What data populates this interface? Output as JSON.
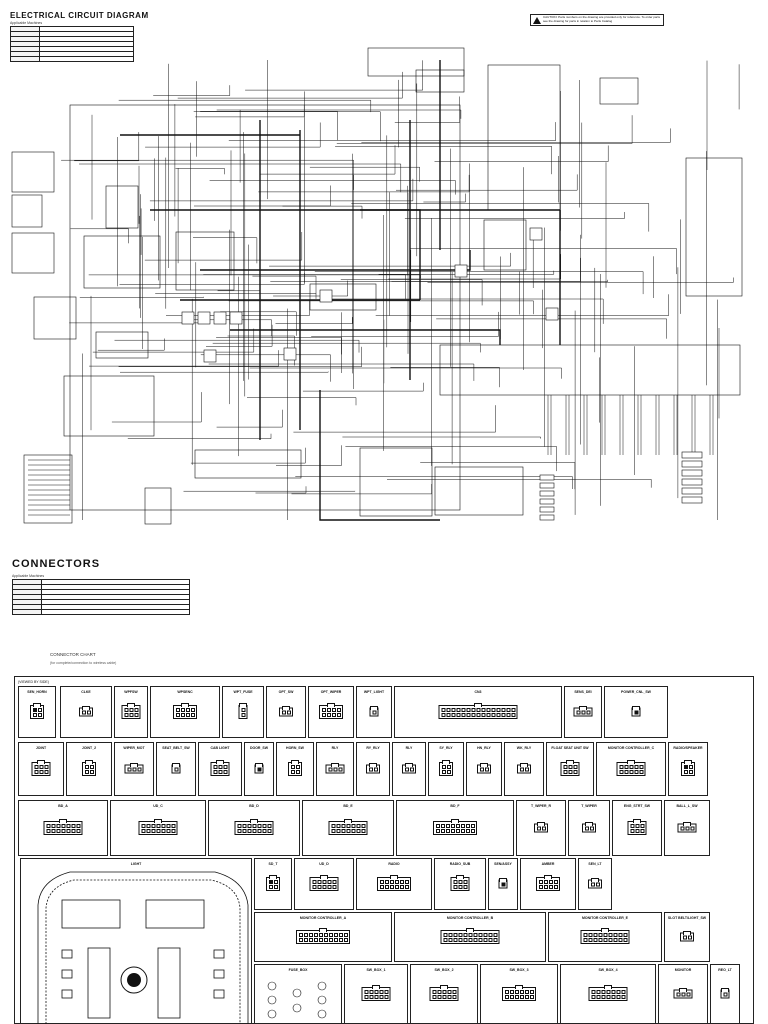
{
  "header": {
    "title": "ELECTRICAL CIRCUIT DIAGRAM",
    "applicable_label": "Applicable Machines",
    "table": [
      {
        "code": "",
        "text": ""
      },
      {
        "code": "",
        "text": ""
      },
      {
        "code": "",
        "text": ""
      },
      {
        "code": "",
        "text": ""
      },
      {
        "code": "",
        "text": ""
      },
      {
        "code": "",
        "text": ""
      },
      {
        "code": "",
        "text": ""
      }
    ],
    "caution": "CAUTION: Parts numbers on the drawing are provided only for reference. To order parts see the drawing for parts in relation to Parts Catalog"
  },
  "connectors": {
    "title": "CONNECTORS",
    "applicable_label": "Applicable Machines",
    "table": [
      {
        "code": "",
        "text": ""
      },
      {
        "code": "",
        "text": ""
      },
      {
        "code": "",
        "text": ""
      },
      {
        "code": "",
        "text": ""
      },
      {
        "code": "",
        "text": ""
      },
      {
        "code": "",
        "text": ""
      },
      {
        "code": "",
        "text": ""
      }
    ],
    "chart_title": "CONNECTOR CHART",
    "chart_note": "(for complete/connection to wireless cable)",
    "legend": "(VIEWED BY SIDE)"
  },
  "chart_cells": [
    {
      "name": "SEN_HORN",
      "part": ""
    },
    {
      "name": "CLKE",
      "part": ""
    },
    {
      "name": "WPFSW",
      "part": ""
    },
    {
      "name": "WPSENC",
      "part": ""
    },
    {
      "name": "WPT_FUSE",
      "part": ""
    },
    {
      "name": "OPT_SW",
      "part": ""
    },
    {
      "name": "OPT_WIPER",
      "part": ""
    },
    {
      "name": "WPT_LIGHT",
      "part": ""
    },
    {
      "name": "CN3",
      "part": ""
    },
    {
      "name": "SENS_DEI",
      "part": ""
    },
    {
      "name": "POWER_CNL_SW",
      "part": ""
    },
    {
      "name": "JOINT",
      "part": ""
    },
    {
      "name": "JOINT_2",
      "part": ""
    },
    {
      "name": "WIPER_MOT",
      "part": ""
    },
    {
      "name": "SEAT_BELT_SW",
      "part": ""
    },
    {
      "name": "CAB LIGHT",
      "part": ""
    },
    {
      "name": "DOOR_SW",
      "part": ""
    },
    {
      "name": "HORN_SW",
      "part": ""
    },
    {
      "name": "RLY",
      "part": ""
    },
    {
      "name": "RY_RLY",
      "part": ""
    },
    {
      "name": "RLY",
      "part": ""
    },
    {
      "name": "SY_RLY",
      "part": ""
    },
    {
      "name": "HN_RLY",
      "part": ""
    },
    {
      "name": "WK_RLY",
      "part": ""
    },
    {
      "name": "FLOAT SEAT UNIT SW",
      "part": ""
    },
    {
      "name": "MONITOR CONTROLLER_C",
      "part": ""
    },
    {
      "name": "RADIO/SPEAKER",
      "part": ""
    },
    {
      "name": "BD_A",
      "part": ""
    },
    {
      "name": "UD_C",
      "part": ""
    },
    {
      "name": "BD_D",
      "part": ""
    },
    {
      "name": "BD_E",
      "part": ""
    },
    {
      "name": "BD_F",
      "part": ""
    },
    {
      "name": "T_WIPER_R",
      "part": ""
    },
    {
      "name": "T_WIPER",
      "part": ""
    },
    {
      "name": "ENG_STRT_SW",
      "part": ""
    },
    {
      "name": "BALL_L_SW",
      "part": ""
    },
    {
      "name": "LIGHT",
      "part": ""
    },
    {
      "name": "SD_T",
      "part": ""
    },
    {
      "name": "UD_D",
      "part": ""
    },
    {
      "name": "RADIO",
      "part": ""
    },
    {
      "name": "RADIO_SUB",
      "part": ""
    },
    {
      "name": "SEN/ASSY",
      "part": ""
    },
    {
      "name": "AMBER",
      "part": ""
    },
    {
      "name": "SEN_LT",
      "part": ""
    },
    {
      "name": "MONITOR CONTROLLER_A",
      "part": ""
    },
    {
      "name": "MONITOR CONTROLLER_B",
      "part": ""
    },
    {
      "name": "MONITOR CONTROLLER_E",
      "part": ""
    },
    {
      "name": "SLOT BELT/LIGHT_SW",
      "part": ""
    },
    {
      "name": "FUSE_BOX",
      "part": ""
    },
    {
      "name": "SW_BOX_1",
      "part": ""
    },
    {
      "name": "SW_BOX_2",
      "part": ""
    },
    {
      "name": "SW_BOX_3",
      "part": ""
    },
    {
      "name": "SW_BOX_4",
      "part": ""
    },
    {
      "name": "MONITOR",
      "part": ""
    },
    {
      "name": "REO_LT",
      "part": ""
    }
  ]
}
